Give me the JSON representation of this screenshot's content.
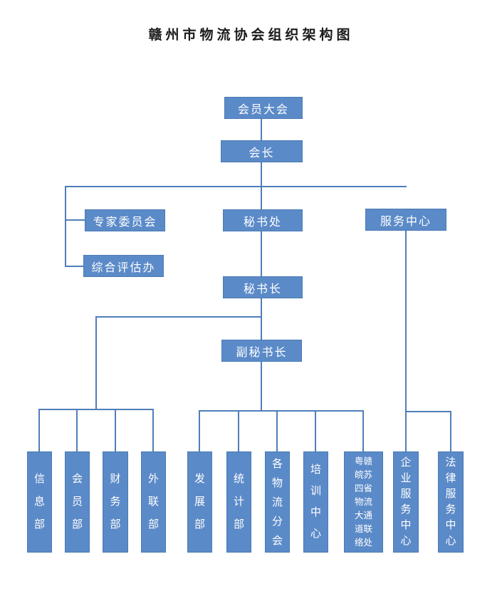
{
  "title": "赣州市物流协会组织架构图",
  "colors": {
    "box_fill": "#5b8ac8",
    "box_border": "#4a7ab5",
    "connector": "#4f7eba",
    "box_text": "#ffffff",
    "title_text": "#1a1a1a",
    "background": "#ffffff"
  },
  "nodes": {
    "member_assembly": {
      "label": "会员大会"
    },
    "president": {
      "label": "会长"
    },
    "expert_committee": {
      "label": "专家委员会"
    },
    "secretariat": {
      "label": "秘书处"
    },
    "service_center": {
      "label": "服务中心"
    },
    "evaluation_office": {
      "label": "综合评估办"
    },
    "secretary_general": {
      "label": "秘书长"
    },
    "deputy_secretary_general": {
      "label": "副秘书长"
    }
  },
  "departments": [
    {
      "label": "信息部"
    },
    {
      "label": "会员部"
    },
    {
      "label": "财务部"
    },
    {
      "label": "外联部"
    },
    {
      "label": "发展部"
    },
    {
      "label": "统计部"
    },
    {
      "label": "各物流分会"
    },
    {
      "label": "培训中心"
    },
    {
      "label": "粤赣皖苏四省物流大通道联络处"
    },
    {
      "label": "企业服务中心"
    },
    {
      "label": "法律服务中心"
    }
  ]
}
